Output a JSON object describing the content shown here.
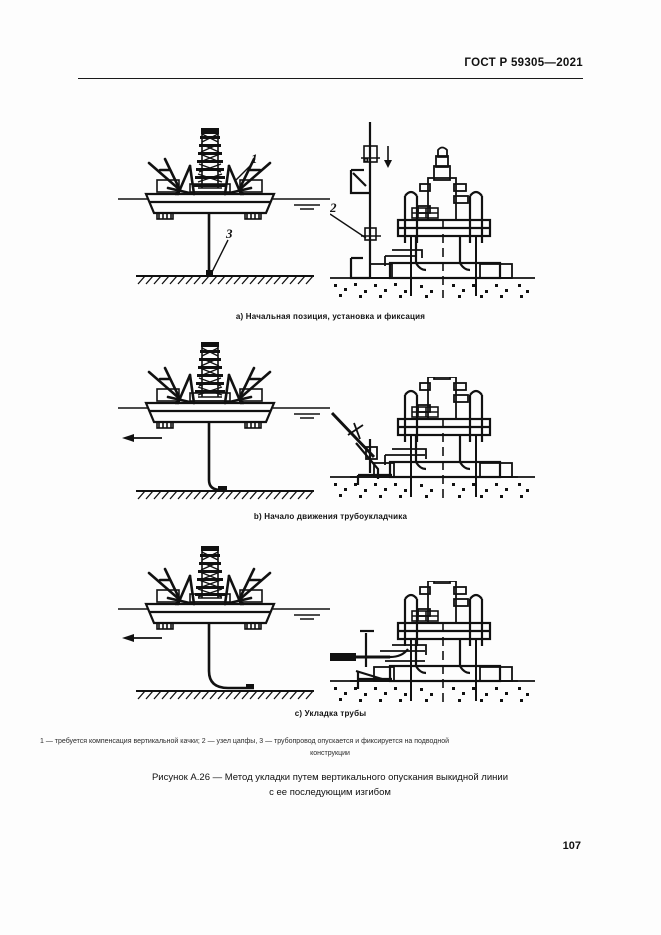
{
  "header": {
    "standard_title": "ГОСТ Р 59305—2021"
  },
  "panels": [
    {
      "id": "a",
      "caption": "а) Начальная позиция, установка и фиксация",
      "labels": [
        "1",
        "3",
        "2"
      ]
    },
    {
      "id": "b",
      "caption": "b) Начало движения трубоукладчика",
      "labels": []
    },
    {
      "id": "c",
      "caption": "c) Укладка трубы",
      "labels": []
    }
  ],
  "label_1": "1",
  "label_2": "2",
  "label_3": "3",
  "legend": {
    "line1": "1 — требуется компенсация вертикальной качки; 2 — узел цапфы, 3 — трубопровод опускается и фиксируется на подводной",
    "line2": "конструкции"
  },
  "figure_caption": {
    "line1": "Рисунок А.26 — Метод укладки путем вертикального опускания выкидной линии",
    "line2": "с ее последующим изгибом"
  },
  "page_number": "107",
  "colors": {
    "ink": "#111111",
    "paper": "#fdfdfd"
  }
}
